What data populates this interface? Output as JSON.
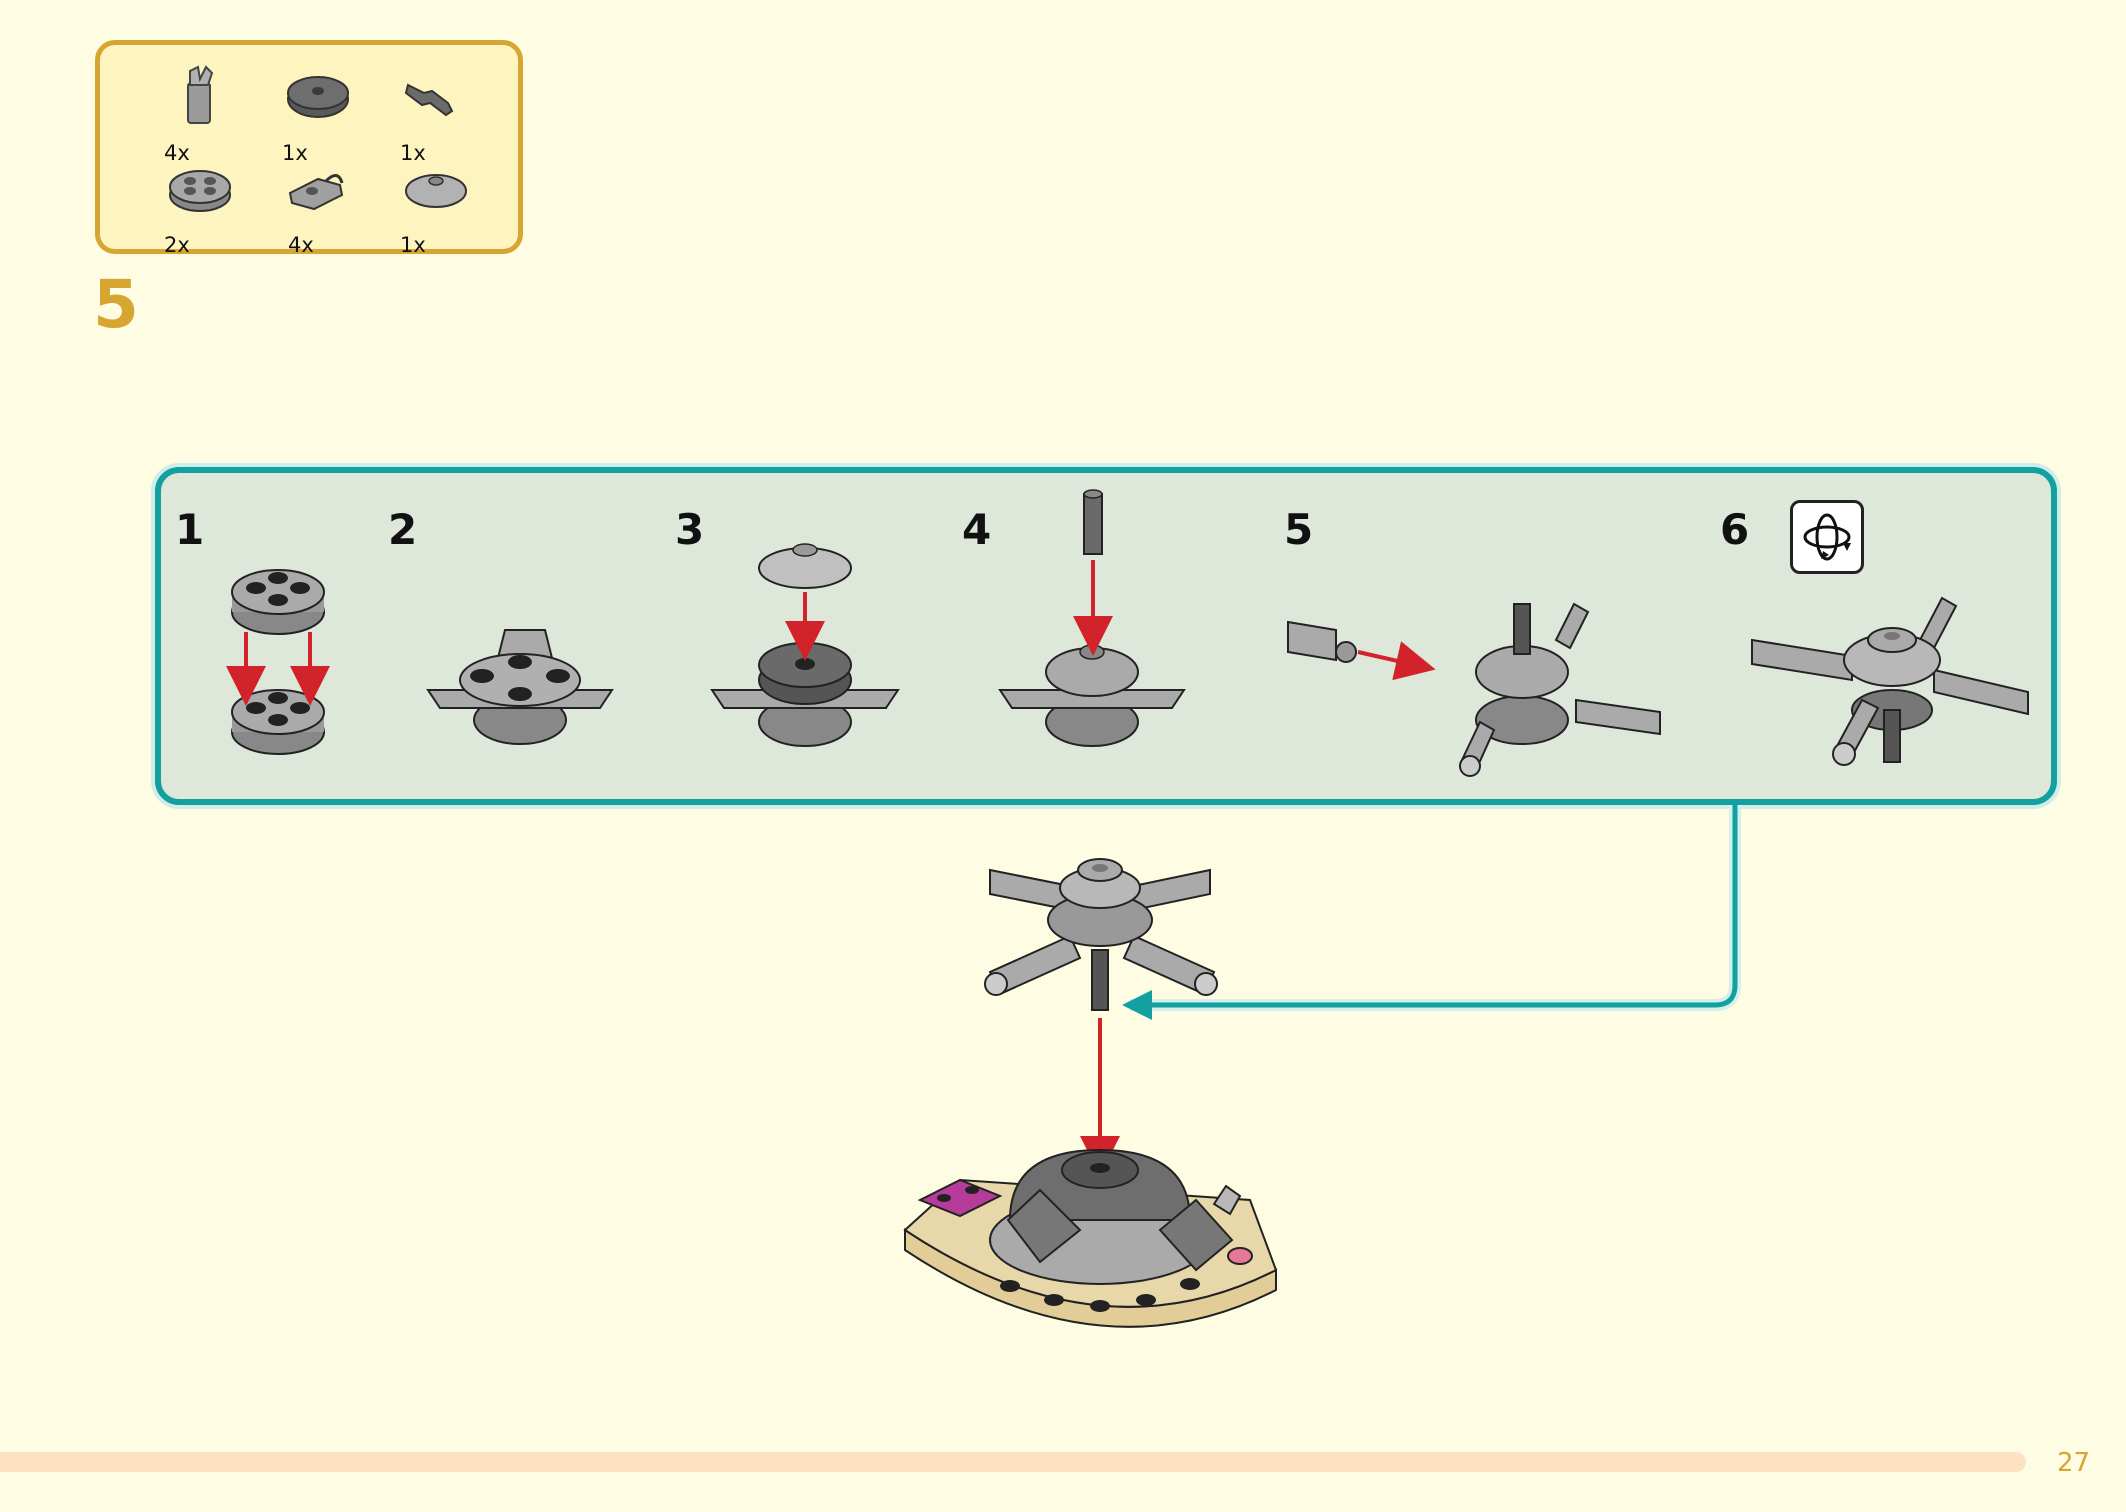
{
  "parts_list": {
    "items": [
      {
        "name": "clip-bar-piece",
        "qty": "4x"
      },
      {
        "name": "round-tile-dark",
        "qty": "1x"
      },
      {
        "name": "pin-axle",
        "qty": "1x"
      },
      {
        "name": "round-plate-2x2",
        "qty": "2x"
      },
      {
        "name": "clip-plate",
        "qty": "4x"
      },
      {
        "name": "dish-2x2",
        "qty": "1x"
      }
    ]
  },
  "step": {
    "number": "5"
  },
  "sub_steps": {
    "numbers": [
      "1",
      "2",
      "3",
      "4",
      "5",
      "6"
    ],
    "rotate_icon": "rotate-icon"
  },
  "colors": {
    "background": "#fefde3",
    "parts_box_fill": "#fef4bf",
    "gold_accent": "#d6a631",
    "panel_fill": "#dee8da",
    "teal_accent": "#12a0a0",
    "arrow_red": "#d2232a"
  },
  "footer": {
    "page_number": "27"
  }
}
